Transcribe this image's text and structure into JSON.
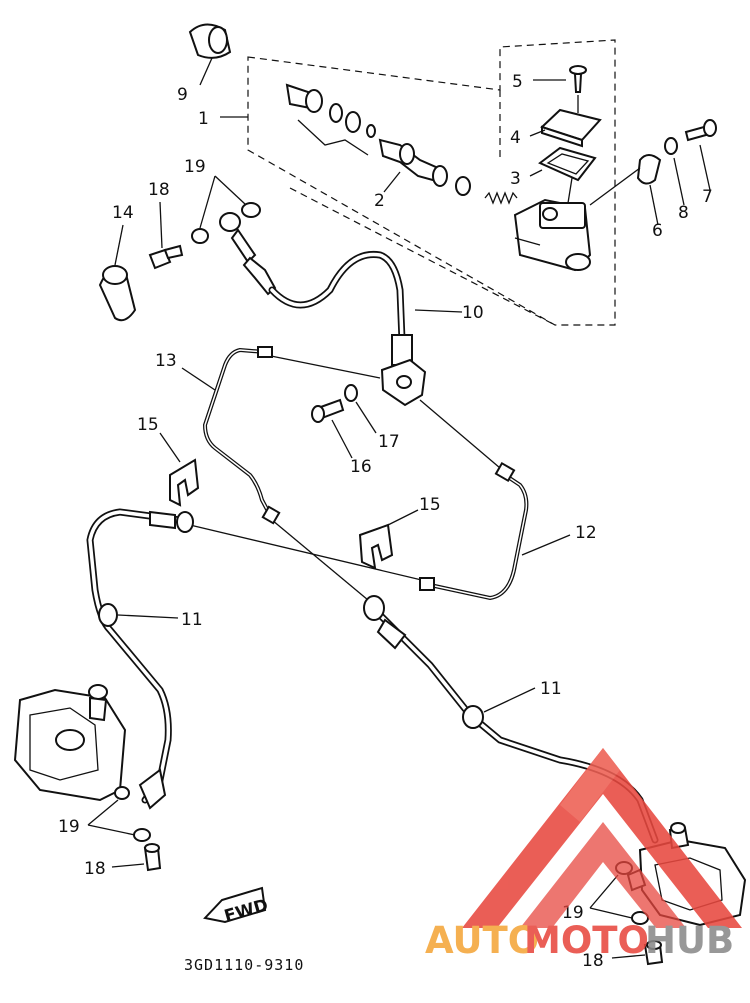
{
  "diagram": {
    "callouts": [
      {
        "id": "c1",
        "text": "1"
      },
      {
        "id": "c2",
        "text": "2"
      },
      {
        "id": "c3",
        "text": "3"
      },
      {
        "id": "c4",
        "text": "4"
      },
      {
        "id": "c5",
        "text": "5"
      },
      {
        "id": "c6",
        "text": "6"
      },
      {
        "id": "c7",
        "text": "7"
      },
      {
        "id": "c8",
        "text": "8"
      },
      {
        "id": "c9",
        "text": "9"
      },
      {
        "id": "c10",
        "text": "10"
      },
      {
        "id": "c11a",
        "text": "11"
      },
      {
        "id": "c11b",
        "text": "11"
      },
      {
        "id": "c12",
        "text": "12"
      },
      {
        "id": "c13",
        "text": "13"
      },
      {
        "id": "c14",
        "text": "14"
      },
      {
        "id": "c15a",
        "text": "15"
      },
      {
        "id": "c15b",
        "text": "15"
      },
      {
        "id": "c16",
        "text": "16"
      },
      {
        "id": "c17",
        "text": "17"
      },
      {
        "id": "c18a",
        "text": "18"
      },
      {
        "id": "c18b",
        "text": "18"
      },
      {
        "id": "c18c",
        "text": "18"
      },
      {
        "id": "c19a",
        "text": "19"
      },
      {
        "id": "c19b",
        "text": "19"
      },
      {
        "id": "c19c",
        "text": "19"
      }
    ],
    "direction_label": "FWD",
    "drawing_code": "3GD1110-9310"
  },
  "watermark": {
    "part1": "AUTO",
    "part2": "MOTO",
    "part3": "HUB",
    "colors": {
      "red": "#e8483f",
      "orange": "#f4a63a",
      "gray": "#8a8a8a"
    }
  }
}
